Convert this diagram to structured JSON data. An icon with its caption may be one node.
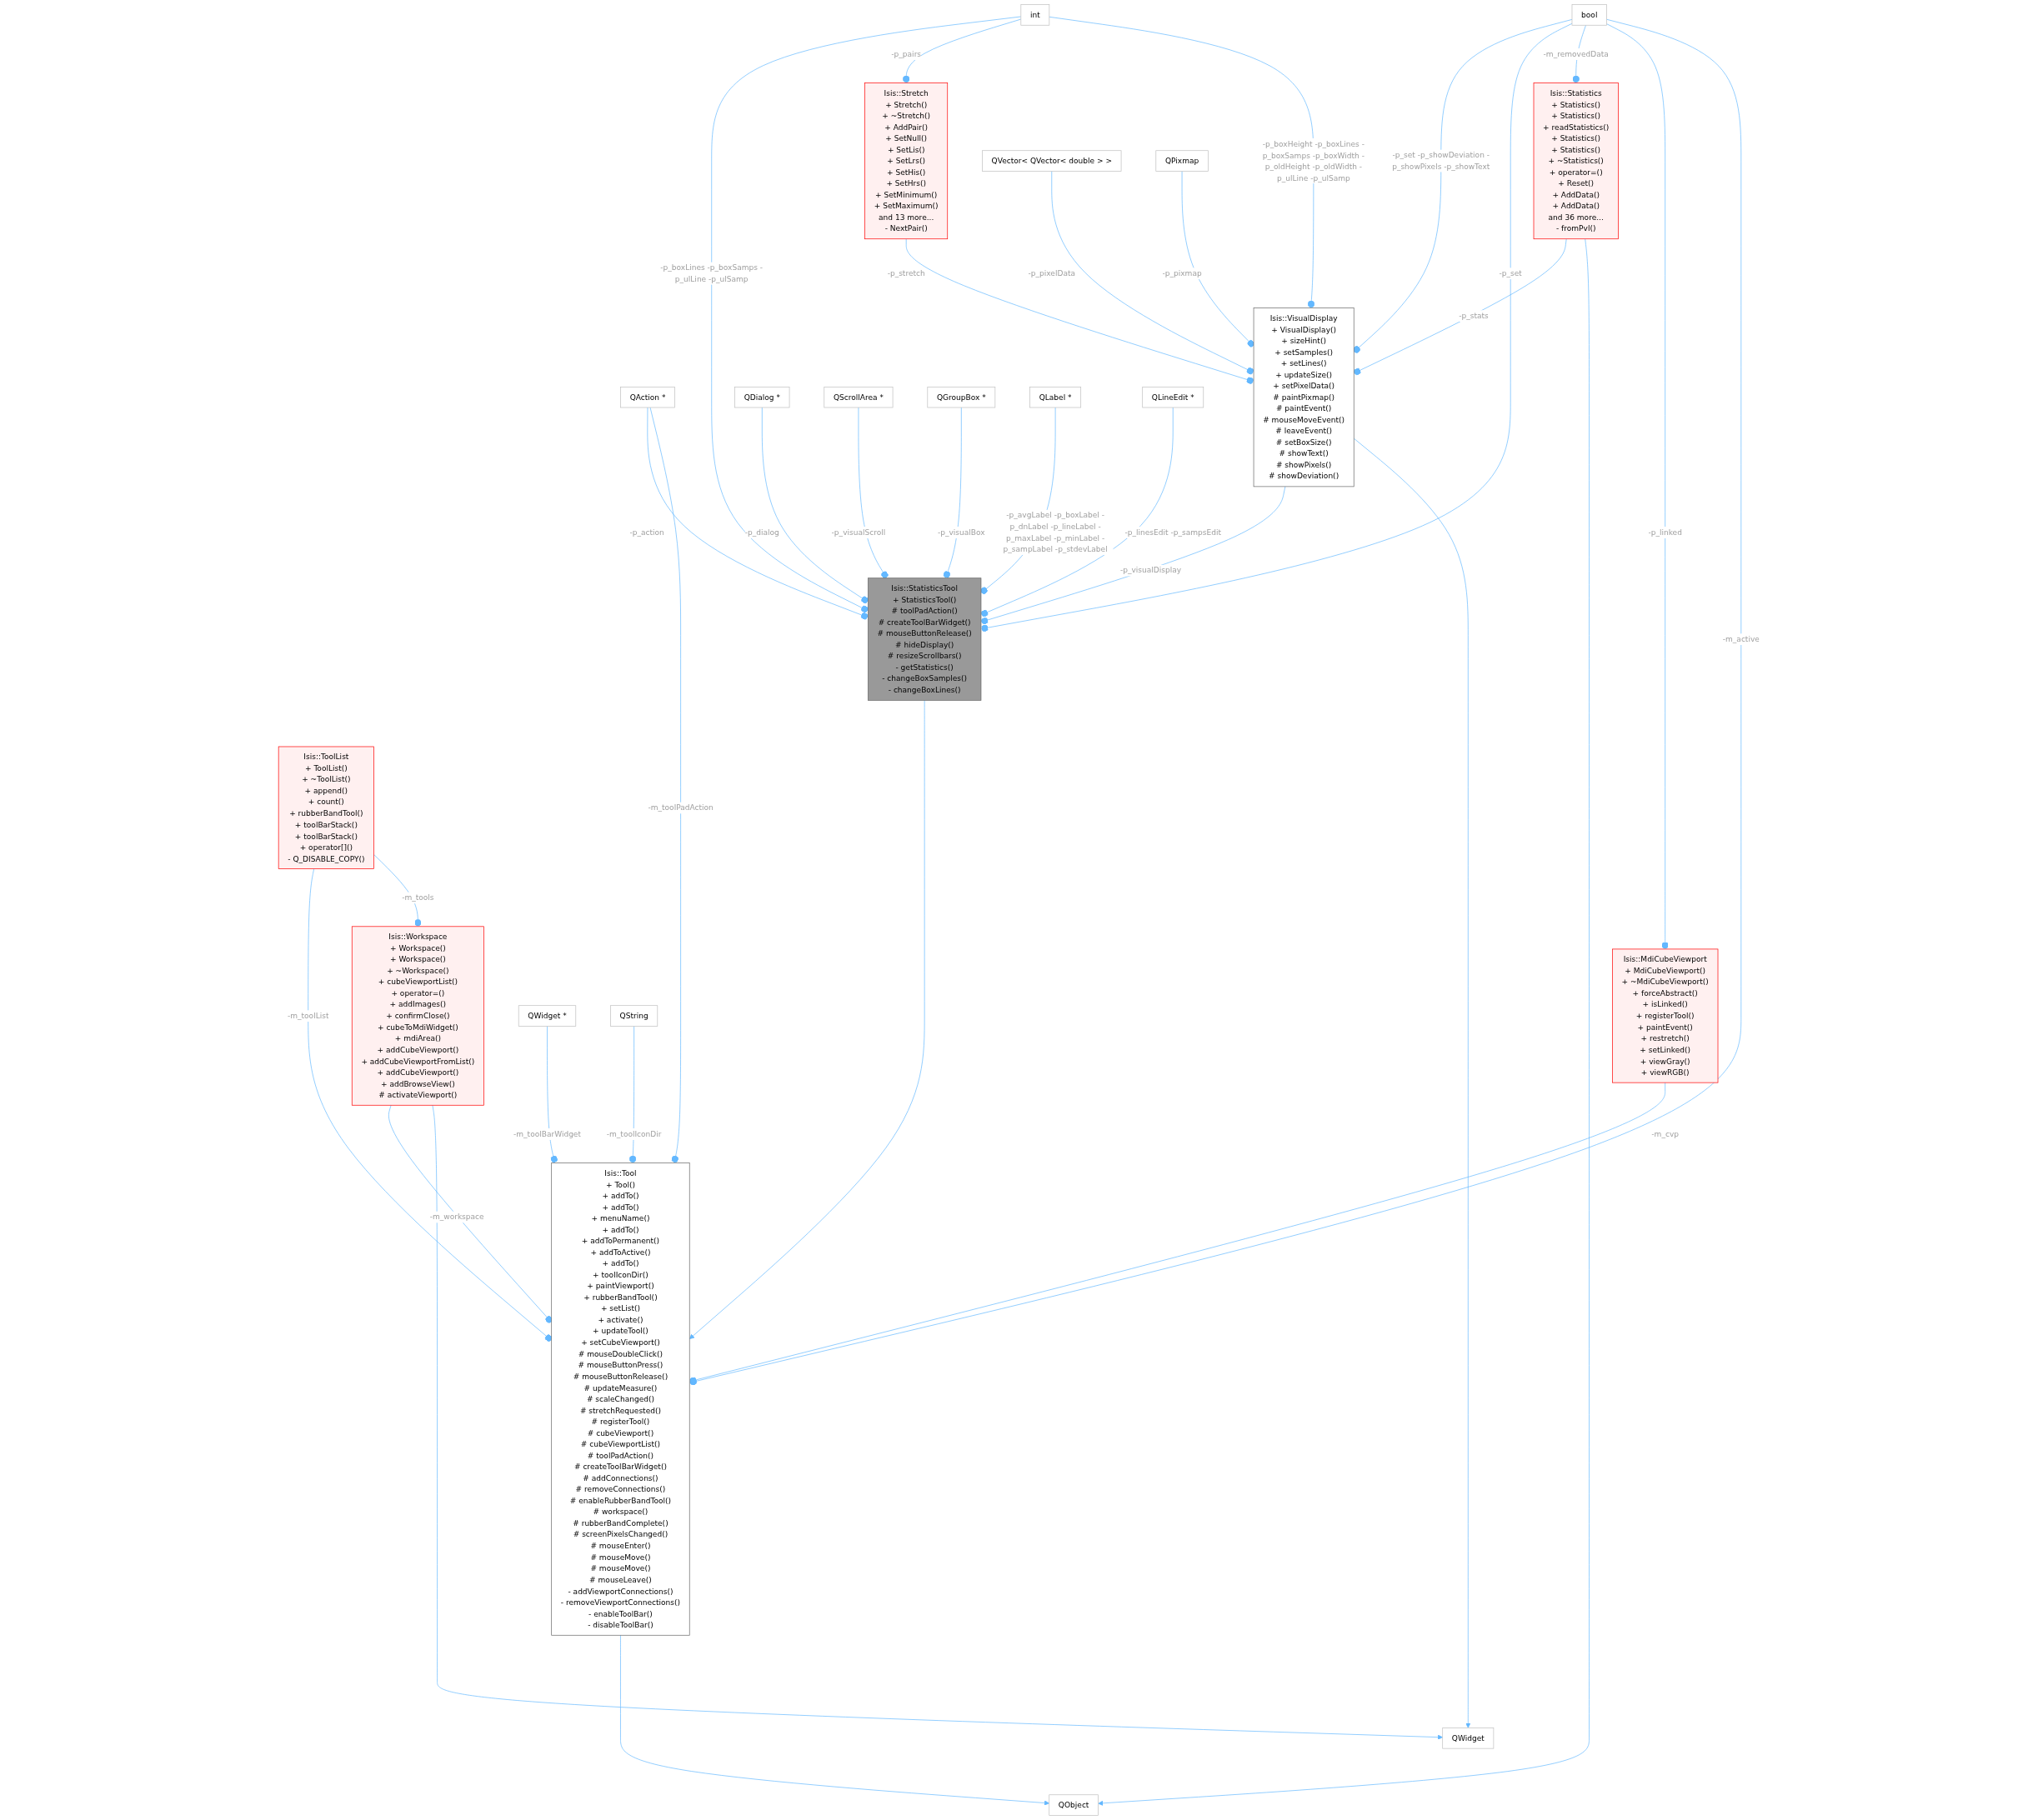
{
  "diagram": {
    "nodes": [
      {
        "text": [
          "Isis::ToolList",
          "+ ToolList()",
          "+ ~ToolList()",
          "+ append()",
          "+ count()",
          "+ rubberBandTool()",
          "+ toolBarStack()",
          "+ toolBarStack()",
          "+ operator[]()",
          "- Q_DISABLE_COPY()"
        ]
      },
      {
        "text": [
          "QObject"
        ]
      },
      {
        "text": [
          "bool"
        ]
      },
      {
        "text": [
          "QWidget"
        ]
      },
      {
        "text": [
          "int"
        ]
      },
      {
        "text": [
          "Isis::Workspace",
          "+ Workspace()",
          "+ Workspace()",
          "+ ~Workspace()",
          "+ cubeViewportList()",
          "+ operator=()",
          "+ addImages()",
          "+ confirmClose()",
          "+ cubeToMdiWidget()",
          "+ mdiArea()",
          "+ addCubeViewport()",
          "+ addCubeViewportFromList()",
          "+ addCubeViewport()",
          "+ addBrowseView()",
          "# activateViewport()"
        ]
      },
      {
        "text": [
          "Isis::MdiCubeViewport",
          "+ MdiCubeViewport()",
          "+ ~MdiCubeViewport()",
          "+ forceAbstract()",
          "+ isLinked()",
          "+ registerTool()",
          "+ paintEvent()",
          "+ restretch()",
          "+ setLinked()",
          "+ viewGray()",
          "+ viewRGB()"
        ]
      },
      {
        "text": [
          "Isis::Statistics",
          "+ Statistics()",
          "+ Statistics()",
          "+ readStatistics()",
          "+ Statistics()",
          "+ Statistics()",
          "+ ~Statistics()",
          "+ operator=()",
          "+ Reset()",
          "+ AddData()",
          "+ AddData()",
          "and 36 more...",
          "- fromPvl()"
        ]
      },
      {
        "text": [
          "Isis::Stretch",
          "+ Stretch()",
          "+ ~Stretch()",
          "+ AddPair()",
          "+ SetNull()",
          "+ SetLis()",
          "+ SetLrs()",
          "+ SetHis()",
          "+ SetHrs()",
          "+ SetMinimum()",
          "+ SetMaximum()",
          "and 13 more...",
          "- NextPair()"
        ]
      },
      {
        "text": [
          "QAction *"
        ]
      },
      {
        "text": [
          "QWidget *"
        ]
      },
      {
        "text": [
          "QString"
        ]
      },
      {
        "text": [
          "QVector< QVector< double > >"
        ]
      },
      {
        "text": [
          "QPixmap"
        ]
      },
      {
        "text": [
          "Isis::Tool",
          "+ Tool()",
          "+ addTo()",
          "+ addTo()",
          "+ menuName()",
          "+ addTo()",
          "+ addToPermanent()",
          "+ addToActive()",
          "+ addTo()",
          "+ toolIconDir()",
          "+ paintViewport()",
          "+ rubberBandTool()",
          "+ setList()",
          "+ activate()",
          "+ updateTool()",
          "+ setCubeViewport()",
          "# mouseDoubleClick()",
          "# mouseButtonPress()",
          "# mouseButtonRelease()",
          "# updateMeasure()",
          "# scaleChanged()",
          "# stretchRequested()",
          "# registerTool()",
          "# cubeViewport()",
          "# cubeViewportList()",
          "# toolPadAction()",
          "# createToolBarWidget()",
          "# addConnections()",
          "# removeConnections()",
          "# enableRubberBandTool()",
          "# workspace()",
          "# rubberBandComplete()",
          "# screenPixelsChanged()",
          "# mouseEnter()",
          "# mouseMove()",
          "# mouseMove()",
          "# mouseLeave()",
          "- addViewportConnections()",
          "- removeViewportConnections()",
          "- enableToolBar()",
          "- disableToolBar()"
        ]
      },
      {
        "text": [
          "Isis::VisualDisplay",
          "+ VisualDisplay()",
          "+ sizeHint()",
          "+ setSamples()",
          "+ setLines()",
          "+ updateSize()",
          "+ setPixelData()",
          "# paintPixmap()",
          "# paintEvent()",
          "# mouseMoveEvent()",
          "# leaveEvent()",
          "# setBoxSize()",
          "# showText()",
          "# showPixels()",
          "# showDeviation()"
        ]
      },
      {
        "text": [
          "QDialog *"
        ]
      },
      {
        "text": [
          "QScrollArea *"
        ]
      },
      {
        "text": [
          "QGroupBox *"
        ]
      },
      {
        "text": [
          "QLabel *"
        ]
      },
      {
        "text": [
          "QLineEdit *"
        ]
      },
      {
        "text": [
          "Isis::StatisticsTool",
          "+ StatisticsTool()",
          "# toolPadAction()",
          "# createToolBarWidget()",
          "# mouseButtonRelease()",
          "# hideDisplay()",
          "# resizeScrollbars()",
          "- getStatistics()",
          "- changeBoxSamples()",
          "- changeBoxLines()"
        ]
      }
    ],
    "edges": [
      {
        "from": 0,
        "to": 5,
        "arrow": "other",
        "label": "-m_tools"
      },
      {
        "from": 0,
        "to": 14,
        "arrow": "other",
        "label": "-m_toolList"
      },
      {
        "from": 14,
        "to": 1,
        "arrow": "to"
      },
      {
        "from": 7,
        "to": 1,
        "arrow": "to"
      },
      {
        "from": 2,
        "to": 14,
        "arrow": "other",
        "label": "-m_active"
      },
      {
        "from": 2,
        "to": 6,
        "arrow": "other",
        "label": "-p_linked"
      },
      {
        "from": 2,
        "to": 7,
        "arrow": "other",
        "label": "-m_removedData"
      },
      {
        "from": 2,
        "to": 21,
        "arrow": "other",
        "label": "-p_set"
      },
      {
        "from": 2,
        "to": 15,
        "arrow": "other",
        "label": "-p_set -p_showDeviation -p_showPixels -p_showText"
      },
      {
        "from": 5,
        "to": 3,
        "arrow": "to"
      },
      {
        "from": 15,
        "to": 3,
        "arrow": "to"
      },
      {
        "from": 4,
        "to": 15,
        "arrow": "other",
        "label": "-p_boxHeight -p_boxLines -p_boxSamps -p_boxWidth -p_oldHeight -p_oldWidth -p_ulLine -p_ulSamp"
      },
      {
        "from": 4,
        "to": 8,
        "arrow": "other",
        "label": "-p_pairs"
      },
      {
        "from": 4,
        "to": 21,
        "arrow": "other",
        "label": "-p_boxLines -p_boxSamps -p_ulLine -p_ulSamp"
      },
      {
        "from": 5,
        "to": 14,
        "arrow": "other",
        "label": "-m_workspace"
      },
      {
        "from": 6,
        "to": 14,
        "arrow": "other",
        "label": "-m_cvp"
      },
      {
        "from": 7,
        "to": 15,
        "arrow": "other",
        "label": "-p_stats"
      },
      {
        "from": 8,
        "to": 15,
        "arrow": "other",
        "label": "-p_stretch"
      },
      {
        "from": 9,
        "to": 14,
        "arrow": "other",
        "label": "-m_toolPadAction"
      },
      {
        "from": 9,
        "to": 21,
        "arrow": "other",
        "label": "-p_action"
      },
      {
        "from": 10,
        "to": 14,
        "arrow": "other",
        "label": "-m_toolBarWidget"
      },
      {
        "from": 11,
        "to": 14,
        "arrow": "other",
        "label": "-m_toolIconDir"
      },
      {
        "from": 12,
        "to": 15,
        "arrow": "other",
        "label": "-p_pixelData"
      },
      {
        "from": 13,
        "to": 15,
        "arrow": "other",
        "label": "-p_pixmap"
      },
      {
        "from": 21,
        "to": 14,
        "arrow": "to"
      },
      {
        "from": 15,
        "to": 21,
        "arrow": "other",
        "label": "-p_visualDisplay"
      },
      {
        "from": 16,
        "to": 21,
        "arrow": "other",
        "label": "-p_dialog"
      },
      {
        "from": 17,
        "to": 21,
        "arrow": "other",
        "label": "-p_visualScroll"
      },
      {
        "from": 18,
        "to": 21,
        "arrow": "other",
        "label": "-p_visualBox"
      },
      {
        "from": 19,
        "to": 21,
        "arrow": "other",
        "label": "-p_avgLabel -p_boxLabel -p_dnLabel -p_lineLabel -p_maxLabel -p_minLabel -p_sampLabel -p_stdevLabel"
      },
      {
        "from": 20,
        "to": 21,
        "arrow": "other",
        "label": "-p_linesEdit -p_sampsEdit"
      }
    ]
  }
}
